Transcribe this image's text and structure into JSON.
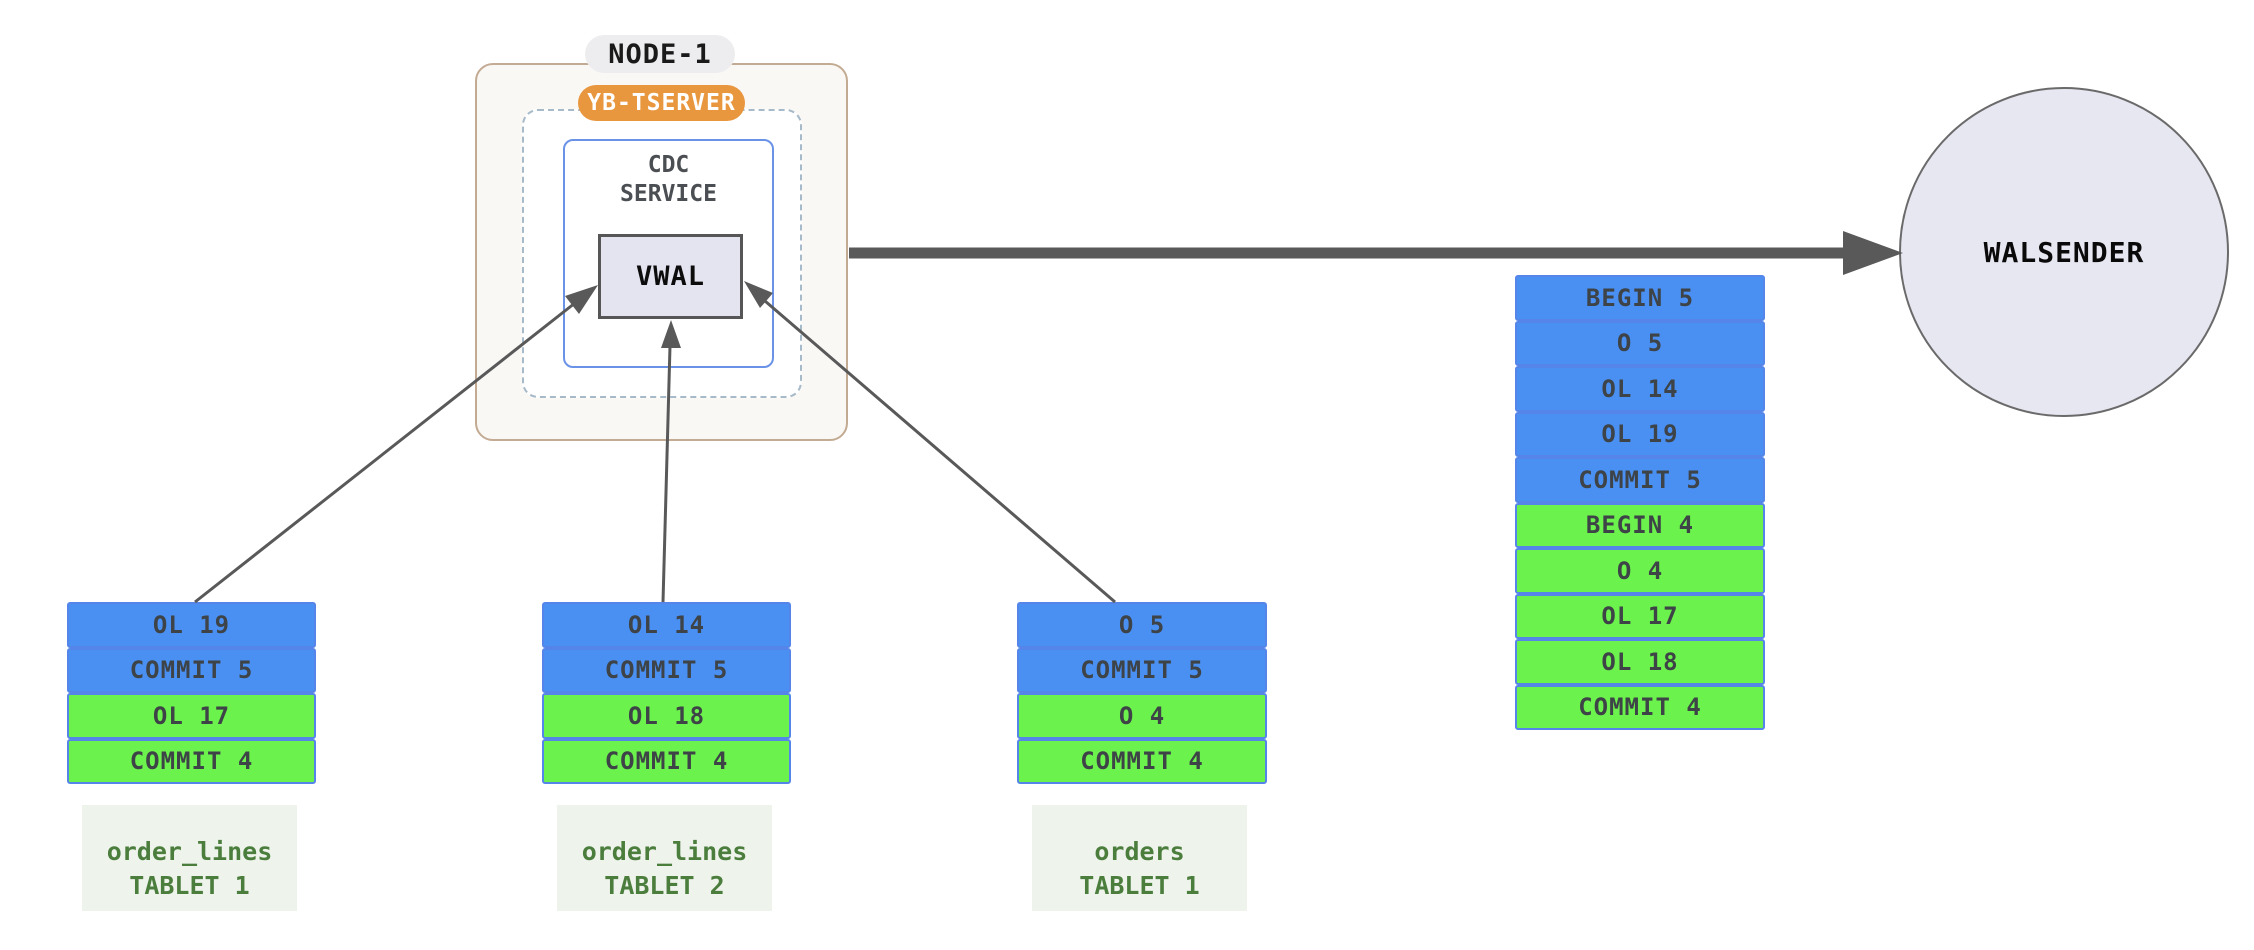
{
  "node1": {
    "label": "NODE-1",
    "tserver_badge": "YB-TSERVER",
    "cdc_service": {
      "line1": "CDC",
      "line2": "SERVICE"
    },
    "vwal_label": "VWAL"
  },
  "walsender": {
    "label": "WALSENDER"
  },
  "merged_stream": {
    "rows": [
      {
        "label": "BEGIN 5",
        "txn": "blue"
      },
      {
        "label": "O 5",
        "txn": "blue"
      },
      {
        "label": "OL 14",
        "txn": "blue"
      },
      {
        "label": "OL 19",
        "txn": "blue"
      },
      {
        "label": "COMMIT 5",
        "txn": "blue"
      },
      {
        "label": "BEGIN 4",
        "txn": "green"
      },
      {
        "label": "O 4",
        "txn": "green"
      },
      {
        "label": "OL 17",
        "txn": "green"
      },
      {
        "label": "OL 18",
        "txn": "green"
      },
      {
        "label": "COMMIT 4",
        "txn": "green"
      }
    ]
  },
  "tablets": [
    {
      "rows": [
        {
          "label": "OL 19",
          "txn": "blue"
        },
        {
          "label": "COMMIT 5",
          "txn": "blue"
        },
        {
          "label": "OL 17",
          "txn": "green"
        },
        {
          "label": "COMMIT 4",
          "txn": "green"
        }
      ],
      "name_line1": "order_lines",
      "name_line2": "TABLET 1"
    },
    {
      "rows": [
        {
          "label": "OL 14",
          "txn": "blue"
        },
        {
          "label": "COMMIT 5",
          "txn": "blue"
        },
        {
          "label": "OL 18",
          "txn": "green"
        },
        {
          "label": "COMMIT 4",
          "txn": "green"
        }
      ],
      "name_line1": "order_lines",
      "name_line2": "TABLET 2"
    },
    {
      "rows": [
        {
          "label": "O 5",
          "txn": "blue"
        },
        {
          "label": "COMMIT 5",
          "txn": "blue"
        },
        {
          "label": "O 4",
          "txn": "green"
        },
        {
          "label": "COMMIT 4",
          "txn": "green"
        }
      ],
      "name_line1": "orders",
      "name_line2": "TABLET 1"
    }
  ],
  "colors": {
    "txn_blue": "#4a90f2",
    "txn_green": "#6cf24c",
    "row_border": "#5585e8",
    "row_text": "#3e4347",
    "node_border": "#c3ab93",
    "node_fill": "#faf8f5",
    "node_pill_bg": "#ededef",
    "tserver_orange": "#e9973f",
    "dashed_border": "#a7bac9",
    "cdc_border": "#6a93e8",
    "vwal_fill": "#e4e4f1",
    "vwal_border": "#565656",
    "arrow": "#595959",
    "walsender_fill": "#e7e7f2",
    "walsender_border": "#6a6a6a",
    "tablet_label_bg": "#eef3ec",
    "tablet_label_text": "#4b7d3c"
  }
}
